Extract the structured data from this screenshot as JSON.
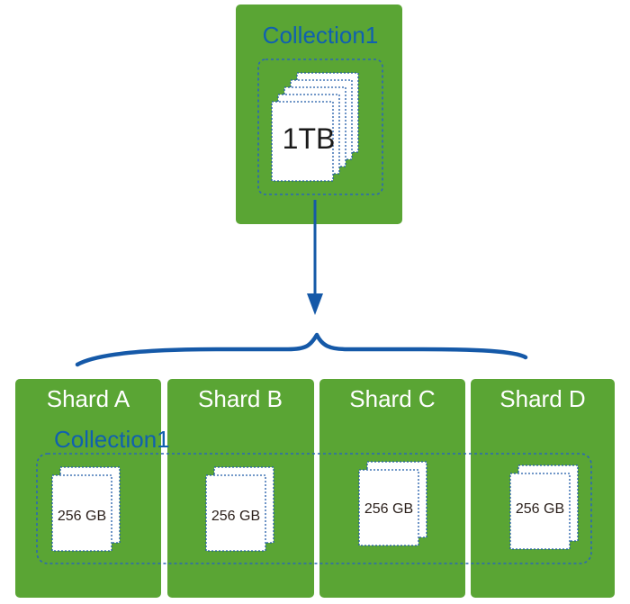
{
  "source": {
    "collection_label": "Collection1",
    "size_label": "1TB"
  },
  "target": {
    "collection_label": "Collection1",
    "shards": [
      {
        "name": "Shard A",
        "size_label": "256 GB"
      },
      {
        "name": "Shard B",
        "size_label": "256 GB"
      },
      {
        "name": "Shard C",
        "size_label": "256 GB"
      },
      {
        "name": "Shard D",
        "size_label": "256 GB"
      }
    ]
  },
  "colors": {
    "panel_green": "#5aa534",
    "label_blue": "#1060b0",
    "arrow_blue": "#1559a8",
    "dashed_blue": "#2a66b8",
    "doc_fill": "#ffffff",
    "doc_stroke": "#1f5aa8",
    "shard_title": "#ffffff",
    "size_text": "#2a1f1a"
  }
}
